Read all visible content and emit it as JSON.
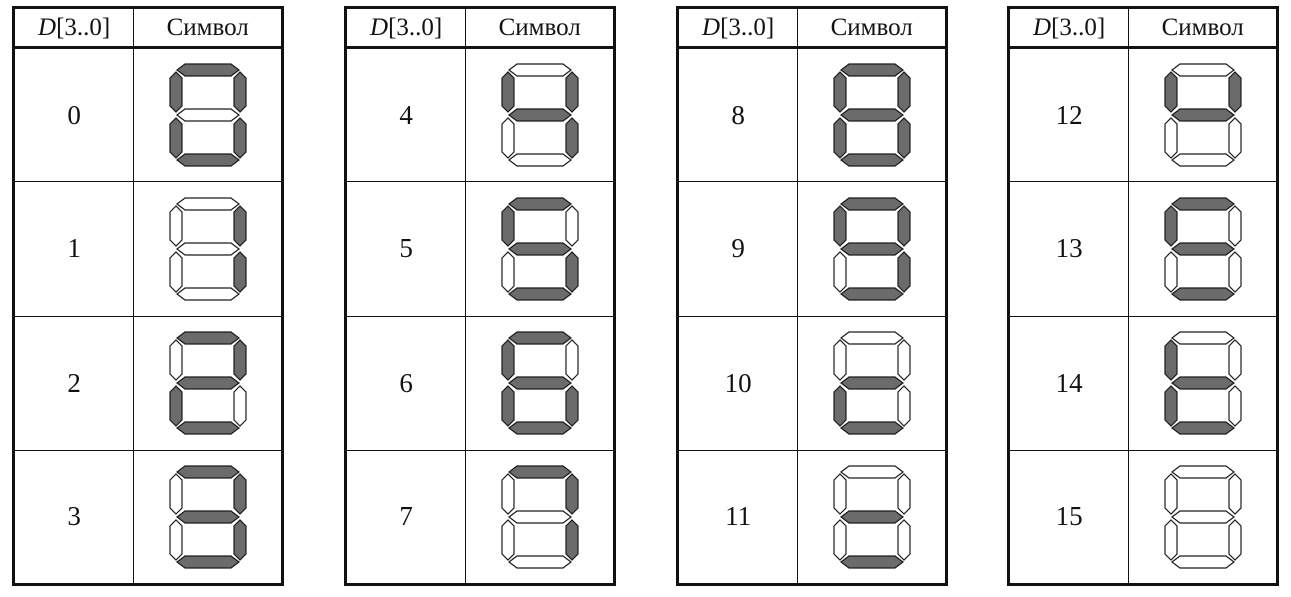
{
  "header": {
    "code_var": "D",
    "code_range": "[3..0]",
    "symbol": "Символ"
  },
  "colors": {
    "segment_on": "#6b6b6b",
    "segment_off": "#ffffff",
    "border": "#111111"
  },
  "tables": [
    {
      "rows": [
        {
          "code": "0",
          "segments": {
            "a": 1,
            "b": 1,
            "c": 1,
            "d": 1,
            "e": 1,
            "f": 1,
            "g": 0
          }
        },
        {
          "code": "1",
          "segments": {
            "a": 0,
            "b": 1,
            "c": 1,
            "d": 0,
            "e": 0,
            "f": 0,
            "g": 0
          }
        },
        {
          "code": "2",
          "segments": {
            "a": 1,
            "b": 1,
            "c": 0,
            "d": 1,
            "e": 1,
            "f": 0,
            "g": 1
          }
        },
        {
          "code": "3",
          "segments": {
            "a": 1,
            "b": 1,
            "c": 1,
            "d": 1,
            "e": 0,
            "f": 0,
            "g": 1
          }
        }
      ]
    },
    {
      "rows": [
        {
          "code": "4",
          "segments": {
            "a": 0,
            "b": 1,
            "c": 1,
            "d": 0,
            "e": 0,
            "f": 1,
            "g": 1
          }
        },
        {
          "code": "5",
          "segments": {
            "a": 1,
            "b": 0,
            "c": 1,
            "d": 1,
            "e": 0,
            "f": 1,
            "g": 1
          }
        },
        {
          "code": "6",
          "segments": {
            "a": 1,
            "b": 0,
            "c": 1,
            "d": 1,
            "e": 1,
            "f": 1,
            "g": 1
          }
        },
        {
          "code": "7",
          "segments": {
            "a": 1,
            "b": 1,
            "c": 1,
            "d": 0,
            "e": 0,
            "f": 0,
            "g": 0
          }
        }
      ]
    },
    {
      "rows": [
        {
          "code": "8",
          "segments": {
            "a": 1,
            "b": 1,
            "c": 1,
            "d": 1,
            "e": 1,
            "f": 1,
            "g": 1
          }
        },
        {
          "code": "9",
          "segments": {
            "a": 1,
            "b": 1,
            "c": 1,
            "d": 1,
            "e": 0,
            "f": 1,
            "g": 1
          }
        },
        {
          "code": "10",
          "segments": {
            "a": 0,
            "b": 0,
            "c": 0,
            "d": 1,
            "e": 1,
            "f": 0,
            "g": 1
          }
        },
        {
          "code": "11",
          "segments": {
            "a": 0,
            "b": 0,
            "c": 0,
            "d": 1,
            "e": 0,
            "f": 0,
            "g": 1
          }
        }
      ]
    },
    {
      "rows": [
        {
          "code": "12",
          "segments": {
            "a": 0,
            "b": 1,
            "c": 0,
            "d": 0,
            "e": 0,
            "f": 1,
            "g": 1
          }
        },
        {
          "code": "13",
          "segments": {
            "a": 1,
            "b": 0,
            "c": 0,
            "d": 1,
            "e": 0,
            "f": 1,
            "g": 1
          }
        },
        {
          "code": "14",
          "segments": {
            "a": 0,
            "b": 0,
            "c": 0,
            "d": 1,
            "e": 1,
            "f": 1,
            "g": 1
          }
        },
        {
          "code": "15",
          "segments": {
            "a": 0,
            "b": 0,
            "c": 0,
            "d": 0,
            "e": 0,
            "f": 0,
            "g": 0
          }
        }
      ]
    }
  ]
}
